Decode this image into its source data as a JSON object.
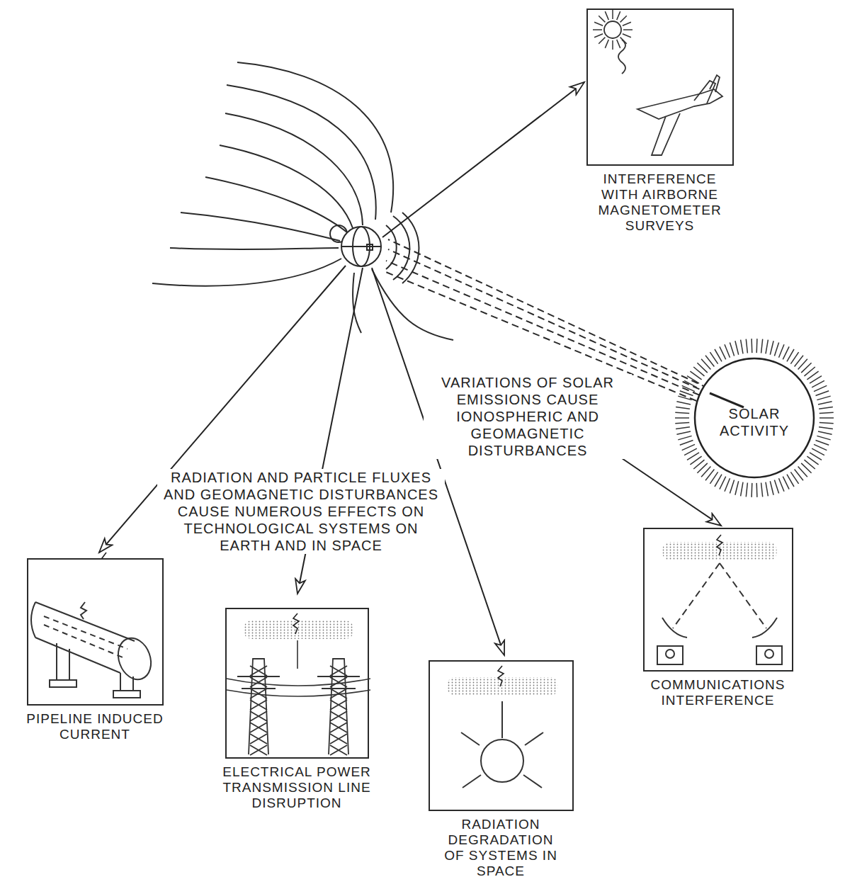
{
  "diagram": {
    "nodes": [
      {
        "text": [
          "INTERFERENCE WITH AIRBORNE MAGNETOMETER SURVEYS"
        ]
      },
      {
        "text": [
          "SOLAR ACTIVITY"
        ]
      },
      {
        "text": [
          "COMMUNICATIONS INTERFERENCE"
        ]
      },
      {
        "text": [
          "PIPELINE INDUCED CURRENT"
        ]
      },
      {
        "text": [
          "ELECTRICAL POWER TRANSMISSION LINE DISRUPTION"
        ]
      },
      {
        "text": [
          "RADIATION DEGRADATION OF SYSTEMS IN SPACE"
        ]
      }
    ],
    "labels": [
      "VARIATIONS OF SOLAR EMISSIONS CAUSE IONOSPHERIC AND GEOMAGNETIC DISTURBANCES",
      "RADIATION AND PARTICLE FLUXES AND GEOMAGNETIC DISTURBANCES CAUSE NUMEROUS EFFECTS ON TECHNOLOGICAL SYSTEMS ON EARTH AND IN SPACE"
    ]
  }
}
